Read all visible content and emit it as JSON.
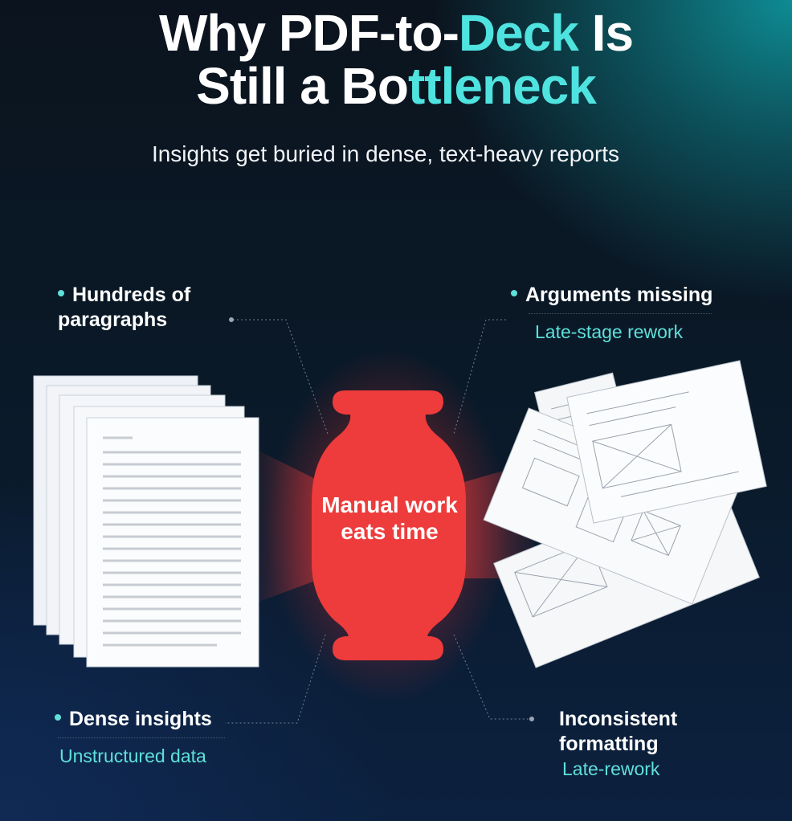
{
  "title": {
    "line1_a": "Why PDF-to-",
    "line1_accent": "Deck",
    "line1_b": " Is",
    "line2_a": "Still a Bo",
    "line2_accent": "ttleneck"
  },
  "subtitle": "Insights get buried in dense, text-heavy reports",
  "callouts": {
    "top_left": {
      "label": "Hundreds of paragraphs"
    },
    "top_right": {
      "label": "Arguments missing",
      "sub": "Late-stage rework"
    },
    "bottom_left": {
      "label": "Dense insights",
      "sub": "Unstructured data"
    },
    "bottom_right": {
      "label": "Inconsistent formatting",
      "sub": "Late-rework"
    }
  },
  "bottleneck": {
    "text": "Manual work eats time",
    "color": "#ee3b3b"
  },
  "colors": {
    "accent": "#4fe3e0",
    "bottle": "#ee3b3b"
  }
}
